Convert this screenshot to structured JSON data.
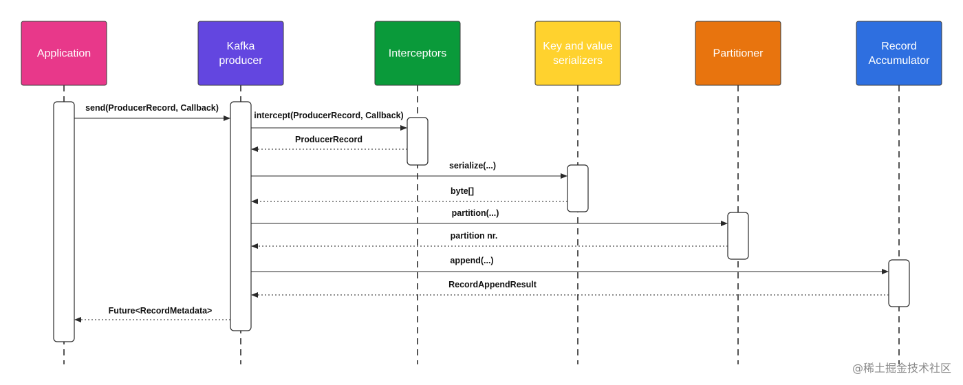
{
  "participants": [
    {
      "id": "application",
      "lines": [
        "Application"
      ],
      "color": "#E8388A",
      "text_color": "#ffffff"
    },
    {
      "id": "kafka-producer",
      "lines": [
        "Kafka",
        "producer"
      ],
      "color": "#6346E0",
      "text_color": "#ffffff"
    },
    {
      "id": "interceptors",
      "lines": [
        "Interceptors"
      ],
      "color": "#0A9A3A",
      "text_color": "#ffffff"
    },
    {
      "id": "serializers",
      "lines": [
        "Key and value",
        "serializers"
      ],
      "color": "#FFD22E",
      "text_color": "#ffffff"
    },
    {
      "id": "partitioner",
      "lines": [
        "Partitioner"
      ],
      "color": "#E8740E",
      "text_color": "#ffffff"
    },
    {
      "id": "record-accumulator",
      "lines": [
        "Record",
        "Accumulator"
      ],
      "color": "#2E6FE0",
      "text_color": "#ffffff"
    }
  ],
  "messages": [
    {
      "id": "send",
      "label": "send(ProducerRecord, Callback)",
      "from": "application",
      "to": "kafka-producer",
      "style": "solid"
    },
    {
      "id": "intercept",
      "label": "intercept(ProducerRecord, Callback)",
      "from": "kafka-producer",
      "to": "interceptors",
      "style": "solid"
    },
    {
      "id": "producer-record-return",
      "label": "ProducerRecord",
      "from": "interceptors",
      "to": "kafka-producer",
      "style": "dotted"
    },
    {
      "id": "serialize",
      "label": "serialize(...)",
      "from": "kafka-producer",
      "to": "serializers",
      "style": "solid"
    },
    {
      "id": "byte-return",
      "label": "byte[]",
      "from": "serializers",
      "to": "kafka-producer",
      "style": "dotted"
    },
    {
      "id": "partition",
      "label": "partition(...)",
      "from": "kafka-producer",
      "to": "partitioner",
      "style": "solid"
    },
    {
      "id": "partition-nr-return",
      "label": "partition nr.",
      "from": "partitioner",
      "to": "kafka-producer",
      "style": "dotted"
    },
    {
      "id": "append",
      "label": "append(...)",
      "from": "kafka-producer",
      "to": "record-accumulator",
      "style": "solid"
    },
    {
      "id": "append-result-return",
      "label": "RecordAppendResult",
      "from": "record-accumulator",
      "to": "kafka-producer",
      "style": "dotted"
    },
    {
      "id": "future-return",
      "label": "Future<RecordMetadata>",
      "from": "kafka-producer",
      "to": "application",
      "style": "dotted"
    }
  ],
  "watermark": "@稀土掘金技术社区"
}
